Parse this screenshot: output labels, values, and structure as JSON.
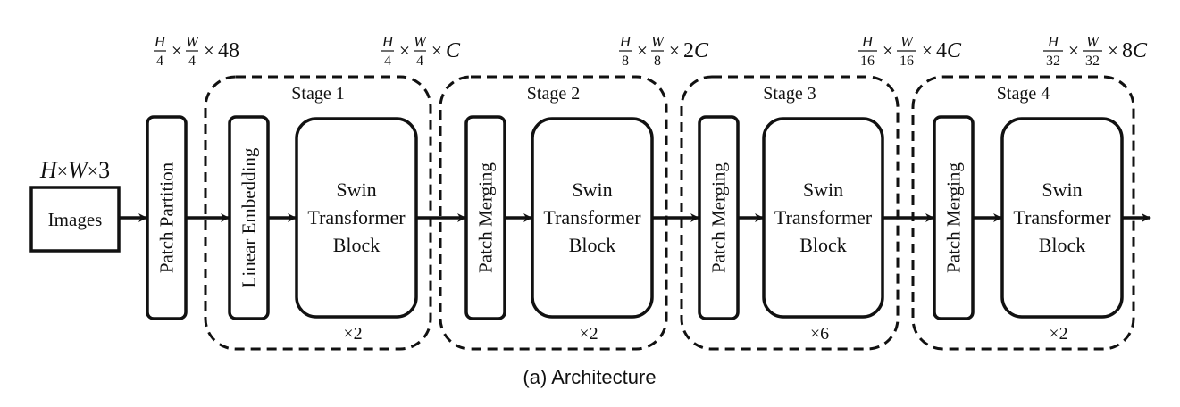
{
  "caption": "(a) Architecture",
  "input": {
    "label": "Images",
    "shape": {
      "parts": [
        "H",
        "×",
        "W",
        "×",
        "3"
      ]
    }
  },
  "patch_partition": {
    "label": "Patch Partition",
    "out_shape": {
      "h_num": "H",
      "h_den": "4",
      "w_num": "W",
      "w_den": "4",
      "channels": "48"
    }
  },
  "stages": [
    {
      "title": "Stage 1",
      "first_block": "Linear Embedding",
      "swin_lines": [
        "Swin",
        "Transformer",
        "Block"
      ],
      "repeat": "×2",
      "out_shape": {
        "h_num": "H",
        "h_den": "4",
        "w_num": "W",
        "w_den": "4",
        "channels": "C"
      }
    },
    {
      "title": "Stage 2",
      "first_block": "Patch Merging",
      "swin_lines": [
        "Swin",
        "Transformer",
        "Block"
      ],
      "repeat": "×2",
      "out_shape": {
        "h_num": "H",
        "h_den": "8",
        "w_num": "W",
        "w_den": "8",
        "channels": "2C"
      }
    },
    {
      "title": "Stage 3",
      "first_block": "Patch Merging",
      "swin_lines": [
        "Swin",
        "Transformer",
        "Block"
      ],
      "repeat": "×6",
      "out_shape": {
        "h_num": "H",
        "h_den": "16",
        "w_num": "W",
        "w_den": "16",
        "channels": "4C"
      }
    },
    {
      "title": "Stage 4",
      "first_block": "Patch Merging",
      "swin_lines": [
        "Swin",
        "Transformer",
        "Block"
      ],
      "repeat": "×2",
      "out_shape": {
        "h_num": "H",
        "h_den": "32",
        "w_num": "W",
        "w_den": "32",
        "channels": "8C"
      }
    }
  ],
  "colors": {
    "stroke": "#111111",
    "background": "#ffffff"
  }
}
